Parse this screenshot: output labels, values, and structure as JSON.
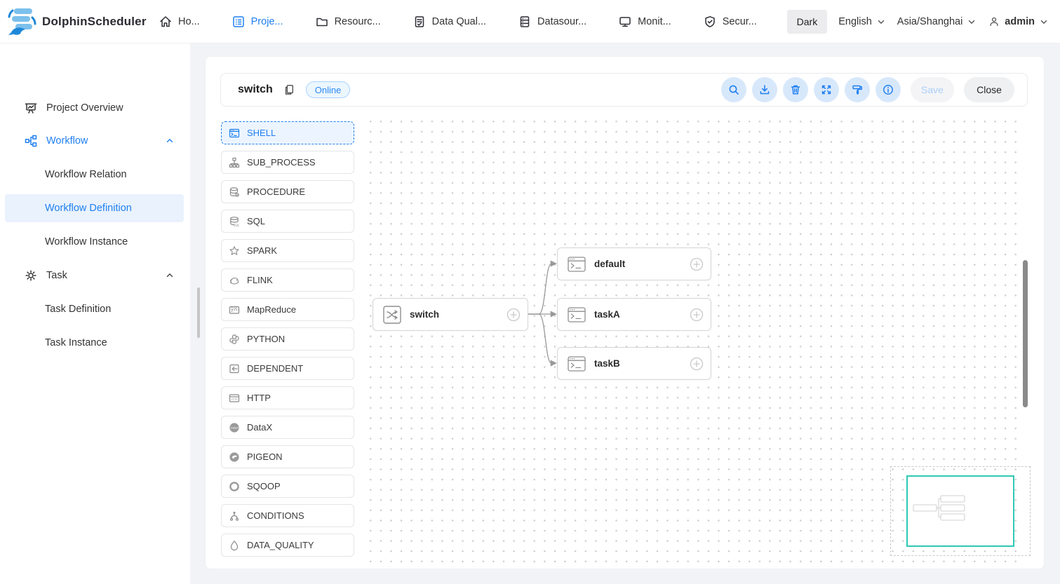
{
  "navbar": {
    "brand": "DolphinScheduler",
    "items": [
      {
        "label": "Ho...",
        "active": false
      },
      {
        "label": "Proje...",
        "active": true
      },
      {
        "label": "Resourc...",
        "active": false
      },
      {
        "label": "Data Qual...",
        "active": false
      },
      {
        "label": "Datasour...",
        "active": false
      },
      {
        "label": "Monit...",
        "active": false
      },
      {
        "label": "Secur...",
        "active": false
      }
    ],
    "theme_toggle_label": "Dark",
    "language": "English",
    "timezone": "Asia/Shanghai",
    "username": "admin"
  },
  "sidebar": {
    "items": [
      {
        "label": "Project Overview",
        "level": 1,
        "active": false
      },
      {
        "label": "Workflow",
        "level": 1,
        "active": true,
        "expanded": true
      },
      {
        "label": "Workflow Relation",
        "level": 2,
        "active": false
      },
      {
        "label": "Workflow Definition",
        "level": 2,
        "active": true
      },
      {
        "label": "Workflow Instance",
        "level": 2,
        "active": false
      },
      {
        "label": "Task",
        "level": 1,
        "active": false,
        "expanded": true
      },
      {
        "label": "Task Definition",
        "level": 2,
        "active": false
      },
      {
        "label": "Task Instance",
        "level": 2,
        "active": false
      }
    ]
  },
  "workflow_header": {
    "title": "switch",
    "status_badge": "Online",
    "save_label": "Save",
    "close_label": "Close",
    "tools": [
      "search",
      "download",
      "delete",
      "fullscreen",
      "format",
      "info"
    ],
    "save_disabled": true
  },
  "toolbox": {
    "selected": "SHELL",
    "items": [
      "SHELL",
      "SUB_PROCESS",
      "PROCEDURE",
      "SQL",
      "SPARK",
      "FLINK",
      "MapReduce",
      "PYTHON",
      "DEPENDENT",
      "HTTP",
      "DataX",
      "PIGEON",
      "SQOOP",
      "CONDITIONS",
      "DATA_QUALITY"
    ]
  },
  "dag": {
    "nodes": [
      {
        "label": "switch",
        "type": "switch"
      },
      {
        "label": "default",
        "type": "shell"
      },
      {
        "label": "taskA",
        "type": "shell"
      },
      {
        "label": "taskB",
        "type": "shell"
      }
    ],
    "edges": [
      [
        "switch",
        "default"
      ],
      [
        "switch",
        "taskA"
      ],
      [
        "switch",
        "taskB"
      ]
    ]
  },
  "colors": {
    "accent": "#2080f0",
    "accent_light_bg": "#ecf5ff",
    "online_badge_border": "#a9d3ff",
    "minimap_viewport": "#2fc9b4",
    "page_bg": "#f2f3f6",
    "edge": "#999999"
  }
}
